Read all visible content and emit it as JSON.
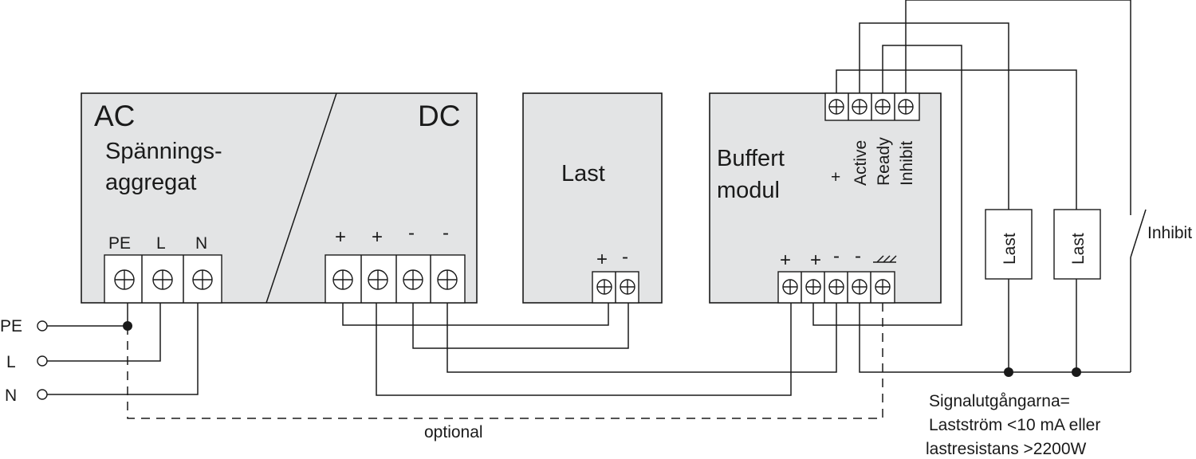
{
  "psu": {
    "ac": "AC",
    "dc": "DC",
    "name_line1": "Spännings-",
    "name_line2": "aggregat",
    "in_labels": [
      "PE",
      "L",
      "N"
    ],
    "out_signs": [
      "+",
      "+",
      "-",
      "-"
    ]
  },
  "load": {
    "label": "Last",
    "signs": [
      "+",
      "-"
    ]
  },
  "buffer": {
    "name_line1": "Buffert",
    "name_line2": "modul",
    "plus": "+",
    "signal_labels": [
      "Active",
      "Ready",
      "Inhibit"
    ],
    "bottom_signs": [
      "+",
      "+",
      "-",
      "-"
    ]
  },
  "mains": [
    "PE",
    "L",
    "N"
  ],
  "signal_loads": [
    "Last",
    "Last"
  ],
  "inhibit_label": "Inhibit",
  "optional_label": "optional",
  "note": {
    "line1": "Signalutgångarna=",
    "line2": "Lastström <10 mA eller",
    "line3": "lastresistans >2200W"
  }
}
